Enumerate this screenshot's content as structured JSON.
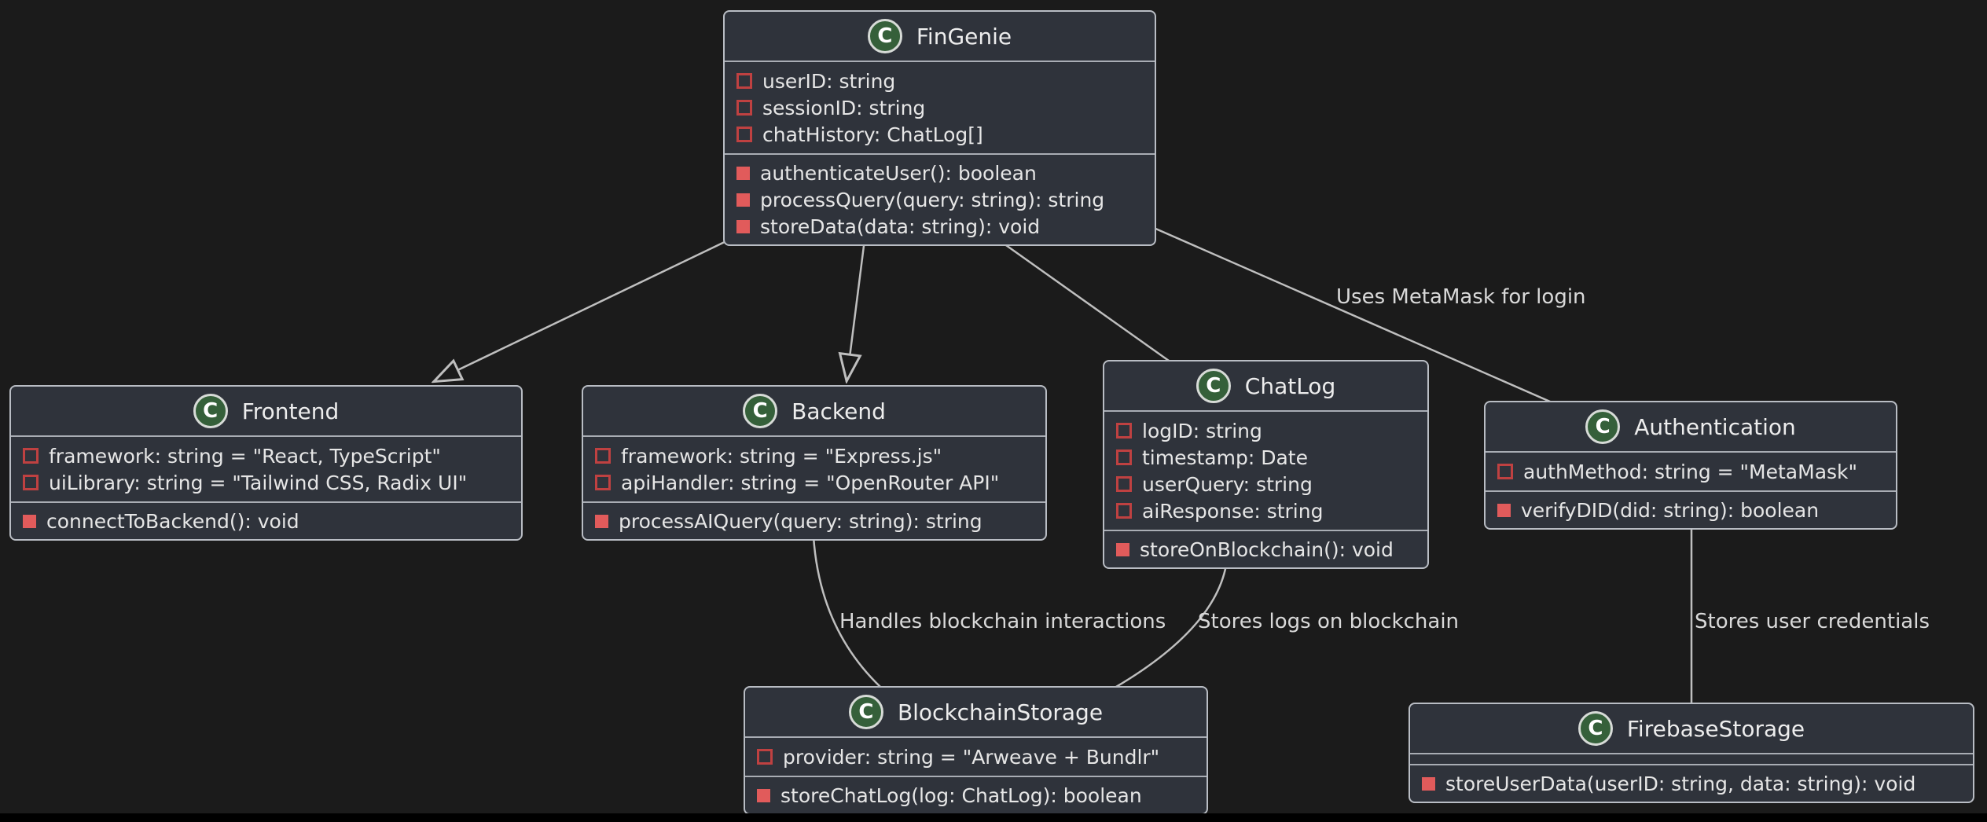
{
  "diagram": {
    "icon_letter": "C",
    "colors": {
      "background": "#1b1b1b",
      "node_fill": "#2f333b",
      "node_border": "#b9bdc4",
      "separator": "#a9adb4",
      "edge": "#bfbfbf",
      "icon_fill": "#35603a",
      "icon_ring": "#d7dbd7",
      "field_marker": "#bf4141",
      "method_marker": "#e15b5b",
      "text": "#e6e6e6"
    }
  },
  "classes": [
    {
      "name": "FinGenie",
      "attributes": [
        "userID: string",
        "sessionID: string",
        "chatHistory: ChatLog[]"
      ],
      "methods": [
        "authenticateUser(): boolean",
        "processQuery(query: string): string",
        "storeData(data: string): void"
      ]
    },
    {
      "name": "Frontend",
      "attributes": [
        "framework: string = \"React, TypeScript\"",
        "uiLibrary: string = \"Tailwind CSS, Radix UI\""
      ],
      "methods": [
        "connectToBackend(): void"
      ]
    },
    {
      "name": "Backend",
      "attributes": [
        "framework: string = \"Express.js\"",
        "apiHandler: string = \"OpenRouter API\""
      ],
      "methods": [
        "processAIQuery(query: string): string"
      ]
    },
    {
      "name": "ChatLog",
      "attributes": [
        "logID: string",
        "timestamp: Date",
        "userQuery: string",
        "aiResponse: string"
      ],
      "methods": [
        "storeOnBlockchain(): void"
      ]
    },
    {
      "name": "Authentication",
      "attributes": [
        "authMethod: string = \"MetaMask\""
      ],
      "methods": [
        "verifyDID(did: string): boolean"
      ]
    },
    {
      "name": "BlockchainStorage",
      "attributes": [
        "provider: string = \"Arweave + Bundlr\""
      ],
      "methods": [
        "storeChatLog(log: ChatLog): boolean"
      ]
    },
    {
      "name": "FirebaseStorage",
      "attributes": [],
      "methods": [
        "storeUserData(userID: string, data: string): void"
      ]
    }
  ],
  "edges": [
    {
      "from": "FinGenie",
      "to": "Frontend",
      "type": "open-arrow",
      "label": ""
    },
    {
      "from": "FinGenie",
      "to": "Backend",
      "type": "open-arrow",
      "label": ""
    },
    {
      "from": "FinGenie",
      "to": "ChatLog",
      "type": "line",
      "label": ""
    },
    {
      "from": "FinGenie",
      "to": "Authentication",
      "type": "line",
      "label": "Uses MetaMask for login"
    },
    {
      "from": "Backend",
      "to": "BlockchainStorage",
      "type": "line",
      "label": "Handles blockchain interactions"
    },
    {
      "from": "ChatLog",
      "to": "BlockchainStorage",
      "type": "line",
      "label": "Stores logs on blockchain"
    },
    {
      "from": "Authentication",
      "to": "FirebaseStorage",
      "type": "line",
      "label": "Stores user credentials"
    }
  ]
}
